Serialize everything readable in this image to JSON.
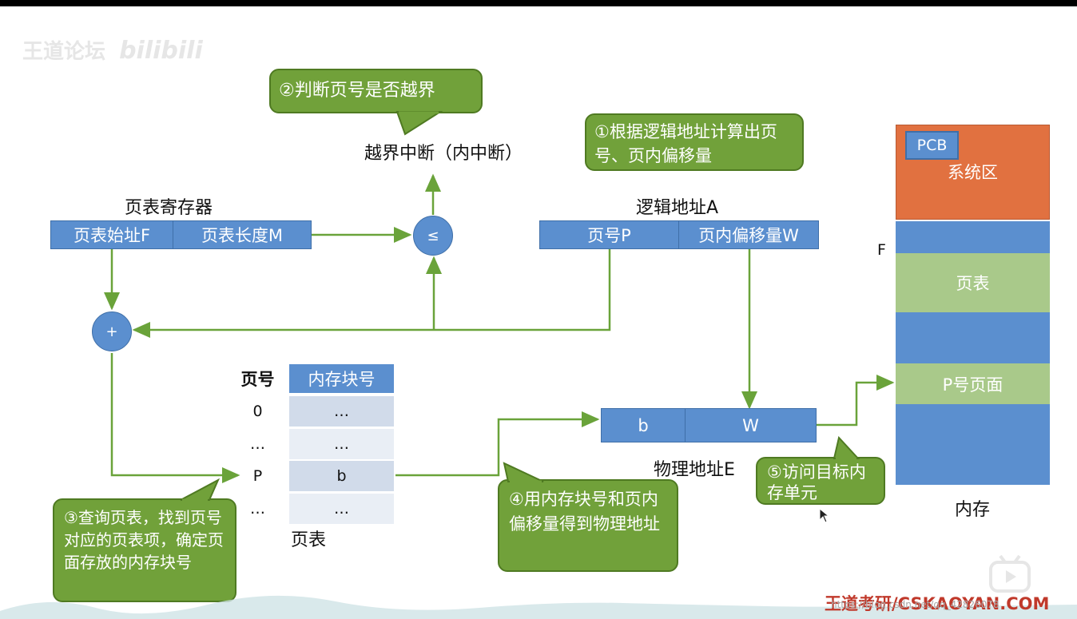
{
  "watermark": {
    "channel_text": "王道论坛",
    "brand": "bilibili"
  },
  "callouts": {
    "step1": "①根据逻辑地址计算出页号、页内偏移量",
    "step2": "②判断页号是否越界",
    "step3": "③查询页表，找到页号对应的页表项，确定页面存放的内存块号",
    "step4": "④用内存块号和页内偏移量得到物理地址",
    "step5": "⑤访问目标内存单元"
  },
  "interrupt_label": "越界中断（内中断）",
  "page_table_register": {
    "title": "页表寄存器",
    "start_field": "页表始址F",
    "length_field": "页表长度M"
  },
  "logical_address": {
    "title": "逻辑地址A",
    "page_field": "页号P",
    "offset_field": "页内偏移量W"
  },
  "compare_symbol": "≤",
  "add_symbol": "+",
  "page_table": {
    "caption": "页表",
    "col_page": "页号",
    "col_block": "内存块号",
    "rows": [
      {
        "page": "0",
        "block": "…"
      },
      {
        "page": "…",
        "block": "…"
      },
      {
        "page": "P",
        "block": "b"
      },
      {
        "page": "…",
        "block": "…"
      }
    ]
  },
  "physical_address": {
    "title": "物理地址E",
    "block_field": "b",
    "offset_field": "W"
  },
  "memory": {
    "caption": "内存",
    "pcb": "PCB",
    "system_area": "系统区",
    "page_table_label": "页表",
    "page_label": "P号页面",
    "f_marker": "F"
  },
  "footer_brand": "王道考研/CSKAOYAN.COM",
  "footer_url": "https://blog.csdn.net/qq_42826078",
  "colors": {
    "blue": "#5b8fcf",
    "green": "#71a13a",
    "light_green": "#a9c98a",
    "orange": "#e17140",
    "arrow": "#6aa33a",
    "brand_red": "#c0392b"
  }
}
